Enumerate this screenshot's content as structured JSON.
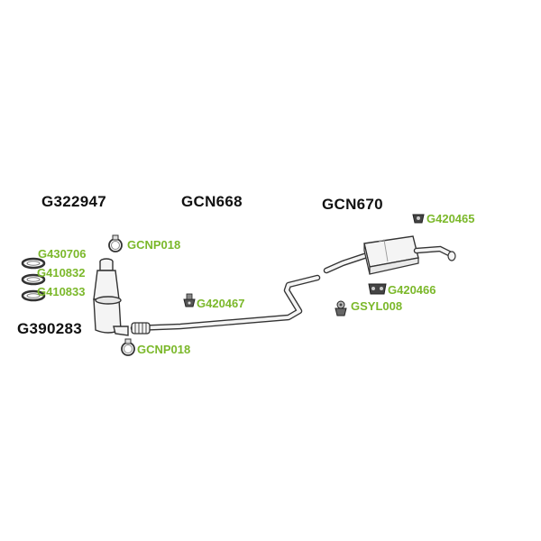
{
  "colors": {
    "main_label": "#111111",
    "sub_label": "#7bb82a",
    "part_stroke": "#333333",
    "part_fill": "#f4f4f4"
  },
  "labels": {
    "g322947": "G322947",
    "gcn668": "GCN668",
    "gcn670": "GCN670",
    "g390283": "G390283",
    "g420465": "G420465",
    "gcnp018_top": "GCNP018",
    "g430706": "G430706",
    "g410832": "G410832",
    "g410833": "G410833",
    "g420467": "G420467",
    "g420466": "G420466",
    "gsyl008": "GSYL008",
    "gcnp018_bottom": "GCNP018"
  },
  "parts": [
    {
      "key": "gasket-g430706",
      "icon": "ring-gasket-icon"
    },
    {
      "key": "gasket-g410832",
      "icon": "ring-gasket-icon"
    },
    {
      "key": "gasket-g410833",
      "icon": "ring-gasket-icon"
    },
    {
      "key": "clamp-gcnp018-top",
      "icon": "clamp-icon"
    },
    {
      "key": "clamp-gcnp018-bottom",
      "icon": "clamp-icon"
    },
    {
      "key": "catalytic-converter-g390283",
      "icon": "catalytic-converter-icon"
    },
    {
      "key": "middle-pipe-gcn668",
      "icon": "pipe-icon"
    },
    {
      "key": "rear-silencer-gcn670",
      "icon": "silencer-icon"
    },
    {
      "key": "rubber-mount-g420467",
      "icon": "rubber-mount-icon"
    },
    {
      "key": "rubber-mount-g420465",
      "icon": "rubber-mount-icon"
    },
    {
      "key": "rubber-mount-g420466",
      "icon": "rubber-mount-icon"
    },
    {
      "key": "mounting-kit-gsyl008",
      "icon": "mounting-kit-icon"
    }
  ]
}
